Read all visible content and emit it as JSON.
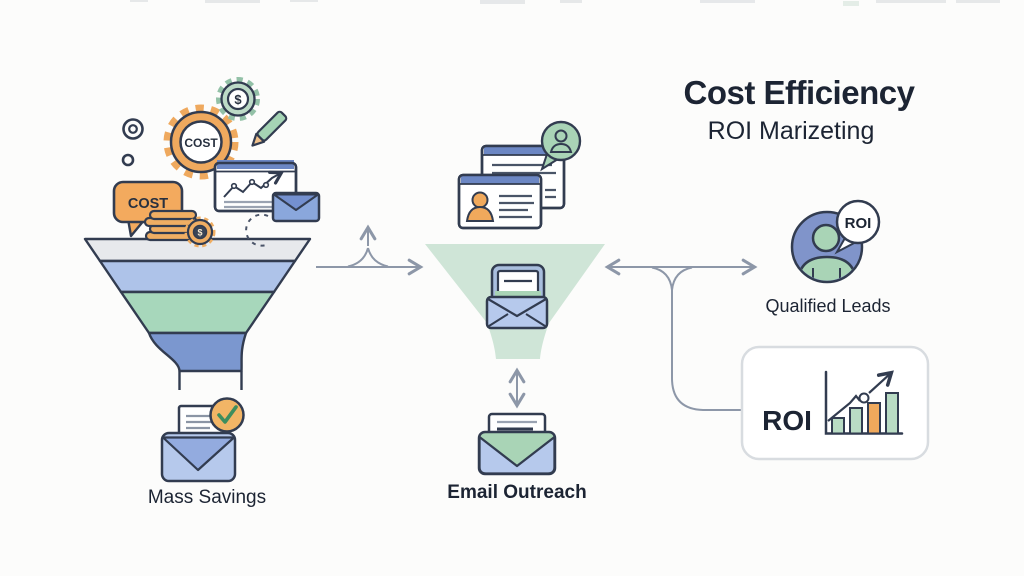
{
  "header": {
    "title": "Cost Efficiency",
    "subtitle": "ROI Marizeting"
  },
  "funnel_section": {
    "label": "Mass Savings",
    "cost_gear_text": "COST",
    "cost_bubble_text": "COST",
    "dollar_sign": "$"
  },
  "outreach_section": {
    "label": "Email Outreach"
  },
  "results_section": {
    "qualified_leads_label": "Qualified Leads",
    "roi_bubble_text": "ROI",
    "roi_card_label": "ROI"
  },
  "roi_chart": {
    "type": "bar",
    "bars": [
      {
        "value": 15,
        "color": "green"
      },
      {
        "value": 25,
        "color": "green"
      },
      {
        "value": 30,
        "color": "orange"
      },
      {
        "value": 40,
        "color": "green"
      }
    ],
    "trend": "up"
  },
  "icons": [
    "dollar-gear-icon",
    "cost-gear-icon",
    "pencil-icon",
    "ring-icon",
    "dot-icon",
    "cost-speech-bubble-icon",
    "coins-stack-icon",
    "dollar-coin-icon",
    "chart-window-icon",
    "envelope-icon",
    "funnel-icon",
    "dashed-arc-icon",
    "mail-check-icon",
    "profile-cards-icon",
    "person-speech-bubble-icon",
    "mail-open-icon",
    "lead-avatar-icon",
    "roi-speech-bubble-icon",
    "roi-chart-icon"
  ],
  "colors": {
    "orange": "#f0a95c",
    "green": "#a9d4b6",
    "green_pale": "#cfe5d7",
    "blue_light": "#b6c9ec",
    "blue_mid": "#7b97cf",
    "gray_band": "#e7e9ec",
    "outline": "#323c50",
    "arrow": "#8d97a8",
    "title_text": "#1c2433",
    "card_border": "#d8dce0"
  }
}
